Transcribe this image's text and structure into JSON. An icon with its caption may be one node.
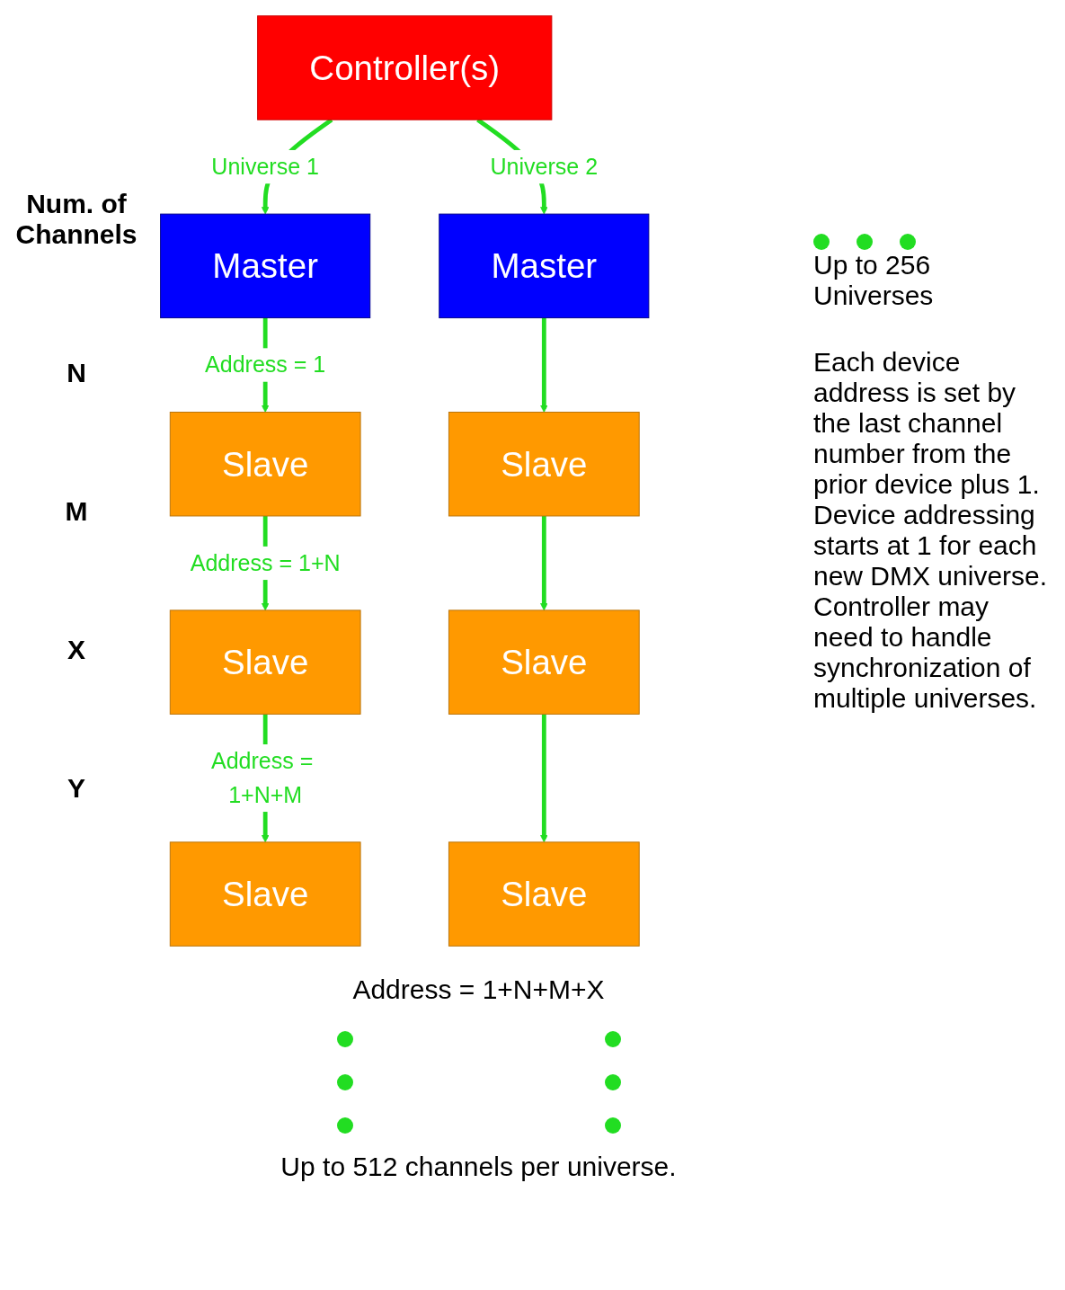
{
  "diagram": {
    "nodes": [
      {
        "text": [
          "Controller(s)"
        ]
      },
      {
        "text": [
          "Master"
        ]
      },
      {
        "text": [
          "Master"
        ]
      },
      {
        "text": [
          "Slave"
        ]
      },
      {
        "text": [
          "Slave"
        ]
      },
      {
        "text": [
          "Slave"
        ]
      },
      {
        "text": [
          "Slave"
        ]
      },
      {
        "text": [
          "Slave"
        ]
      },
      {
        "text": [
          "Slave"
        ]
      }
    ],
    "edges": [
      {
        "from": 0,
        "to": 1,
        "arrow": "to",
        "label": "Universe 1"
      },
      {
        "from": 0,
        "to": 2,
        "arrow": "to",
        "label": "Universe 2"
      },
      {
        "from": 1,
        "to": 3,
        "arrow": "to",
        "label": "Address = 1"
      },
      {
        "from": 2,
        "to": 4,
        "arrow": "to"
      },
      {
        "from": 3,
        "to": 5,
        "arrow": "to",
        "label": "Address = 1+N"
      },
      {
        "from": 4,
        "to": 6,
        "arrow": "to"
      },
      {
        "from": 5,
        "to": 7,
        "arrow": "to",
        "label": "Address = 1+N+M"
      },
      {
        "from": 6,
        "to": 8,
        "arrow": "to"
      }
    ],
    "labels": [
      "Num. of Channels",
      "N",
      "M",
      "X",
      "Y",
      "Up to 256 Universes",
      "Address = 1+N+M+X",
      "Each device address is set by the last channel number from the prior device plus 1. Device addressing starts at 1 for each new DMX universe. Controller may need to handle synchronization of multiple universes.",
      "Up to 512 channels per universe."
    ]
  }
}
